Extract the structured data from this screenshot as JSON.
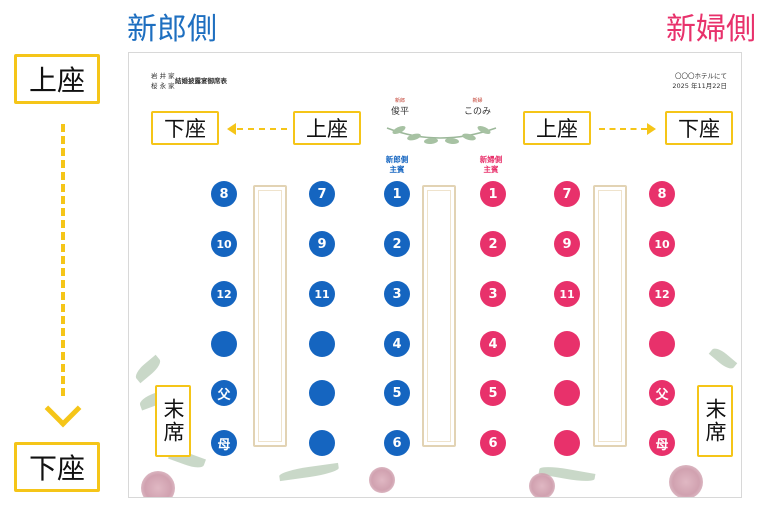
{
  "titles": {
    "groom_side": "新郎側",
    "bride_side": "新婦側"
  },
  "labels": {
    "kamiza": "上座",
    "shimoza": "下座",
    "masseki": "末席"
  },
  "header": {
    "family_left_1": "岩 井 家",
    "family_left_2": "桜 永 家",
    "event_title": "結婚披露宴御席表",
    "venue": "〇〇〇ホテルにて",
    "date": "2025 年11月22日"
  },
  "couple": {
    "groom_role": "新郎",
    "groom_name": "俊平",
    "bride_role": "新婦",
    "bride_name": "このみ"
  },
  "guest_labels": {
    "groom_main": "新郎側\n主賓",
    "bride_main": "新婦側\n主賓"
  },
  "colors": {
    "groom": "#1565c0",
    "bride": "#e8316b",
    "accent": "#f5c518"
  },
  "seats": {
    "groom_col_outer": [
      "8",
      "10",
      "12",
      "",
      "父",
      "母"
    ],
    "groom_col_mid": [
      "7",
      "9",
      "11",
      "",
      "",
      ""
    ],
    "groom_col_inner": [
      "1",
      "2",
      "3",
      "4",
      "5",
      "6"
    ],
    "bride_col_inner": [
      "1",
      "2",
      "3",
      "4",
      "5",
      "6"
    ],
    "bride_col_mid": [
      "7",
      "9",
      "11",
      "",
      "",
      ""
    ],
    "bride_col_outer": [
      "8",
      "10",
      "12",
      "",
      "父",
      "母"
    ]
  }
}
